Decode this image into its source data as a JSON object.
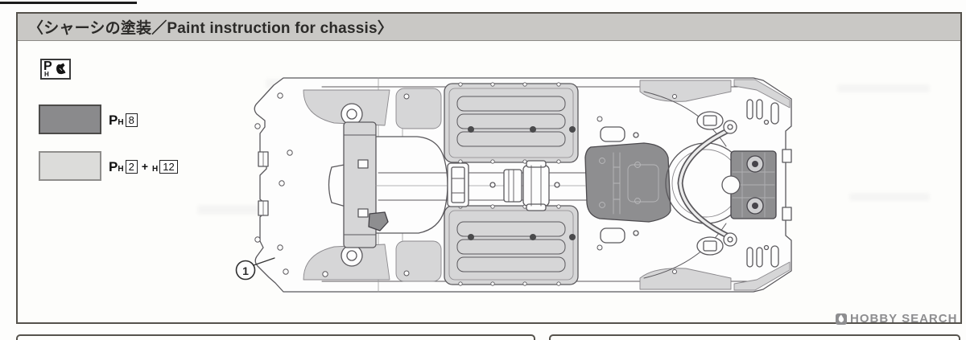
{
  "header": {
    "title": "〈シャーシの塗装／Paint instruction for chassis〉"
  },
  "legend": {
    "brand_badge": {
      "icon": "paint-brand-badge-icon",
      "left_text": "P",
      "left_sub": "H"
    },
    "items": [
      {
        "name": "dark-gray-paint",
        "swatch_color": "#8a8a8c",
        "tokens": [
          {
            "t": "P",
            "s": "prefix"
          },
          {
            "t": "H",
            "s": "sub"
          },
          {
            "t": "8",
            "s": "boxed"
          }
        ]
      },
      {
        "name": "light-gray-paint",
        "swatch_color": "#dcdcda",
        "tokens": [
          {
            "t": "P",
            "s": "prefix"
          },
          {
            "t": "H",
            "s": "sub"
          },
          {
            "t": "2",
            "s": "boxed"
          },
          {
            "t": "+",
            "s": "plus"
          },
          {
            "t": "H",
            "s": "sub"
          },
          {
            "t": "12",
            "s": "boxed"
          }
        ]
      }
    ]
  },
  "diagram": {
    "callout_number": "1",
    "line_color": "#5a585c",
    "light_fill": "#d6d6d7",
    "dark_fill": "#8e8e90"
  },
  "watermark": {
    "icon": "hobby-search-flame-icon",
    "text": "HOBBY SEARCH",
    "color": "#8e8e90"
  }
}
